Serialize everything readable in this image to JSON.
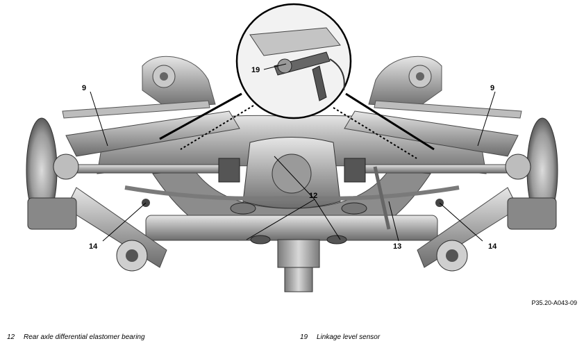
{
  "figure": {
    "reference_code": "P35.20-A043-09",
    "callouts": {
      "c9_left": "9",
      "c9_right": "9",
      "c12": "12",
      "c13": "13",
      "c14_left": "14",
      "c14_right": "14",
      "c19": "19"
    }
  },
  "legend": [
    {
      "number": "12",
      "text": "Rear axle differential elastomer bearing"
    },
    {
      "number": "19",
      "text": "Linkage level sensor"
    }
  ]
}
